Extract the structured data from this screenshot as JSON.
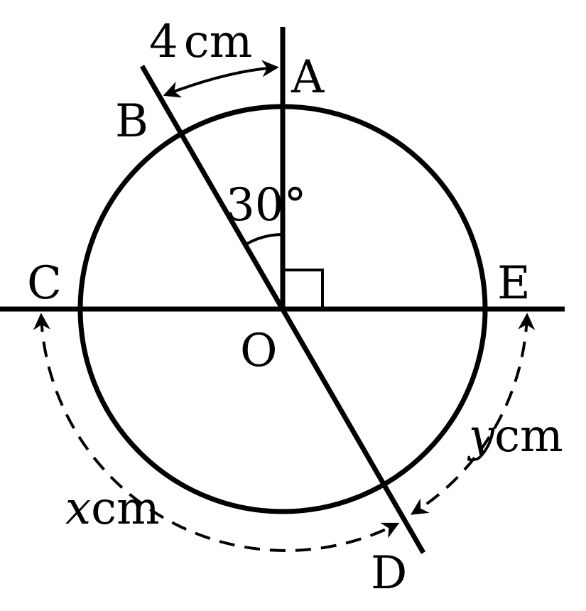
{
  "points": {
    "A": "A",
    "B": "B",
    "C": "C",
    "D": "D",
    "E": "E",
    "O": "O"
  },
  "angle_label": "30°",
  "arc_AB": {
    "value": "4",
    "unit": "cm"
  },
  "arc_CD": {
    "var": "x",
    "unit": "cm"
  },
  "arc_ED": {
    "var": "y",
    "unit": "cm"
  },
  "right_angle_marker": true,
  "colors": {
    "ink": "#000000",
    "background": "#ffffff"
  }
}
